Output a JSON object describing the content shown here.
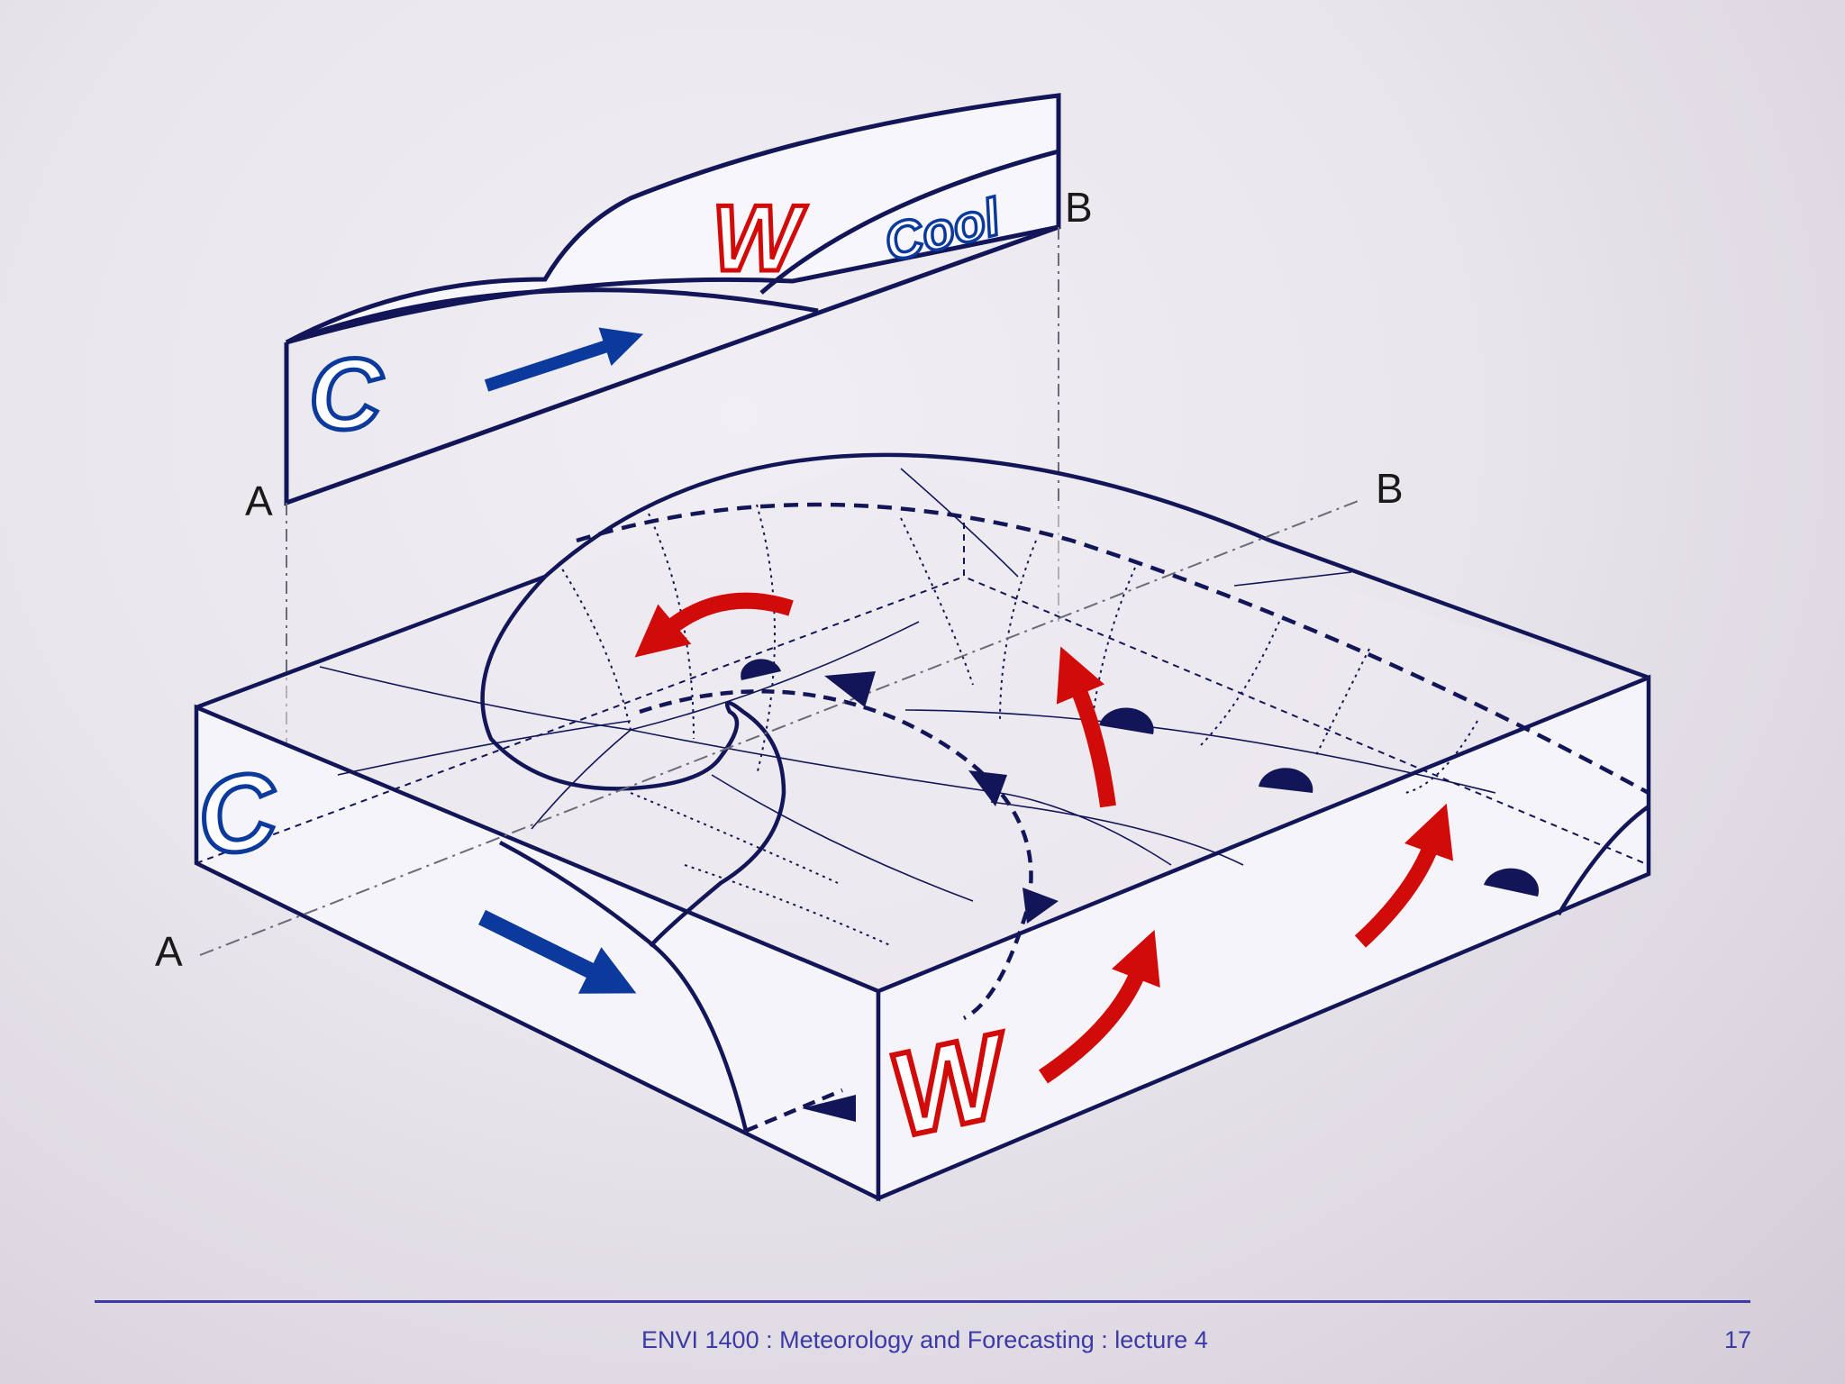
{
  "diagram": {
    "cross_section": {
      "label_a": "A",
      "label_b": "B",
      "cold_air": "C",
      "warm_air": "W",
      "cool_air": "Cool"
    },
    "block": {
      "label_a": "A",
      "label_b": "B",
      "cold_air": "C",
      "warm_air": "W"
    },
    "colors": {
      "outline": "#121659",
      "warm_arrow": "#d10a0a",
      "cold_arrow": "#0b3a9c",
      "warm_text": "#d10a0a",
      "cold_text": "#0b3a9c",
      "front_symbol": "#121659"
    }
  },
  "footer": {
    "course_text": "ENVI 1400 : Meteorology and Forecasting : lecture 4",
    "slide_number": "17"
  }
}
